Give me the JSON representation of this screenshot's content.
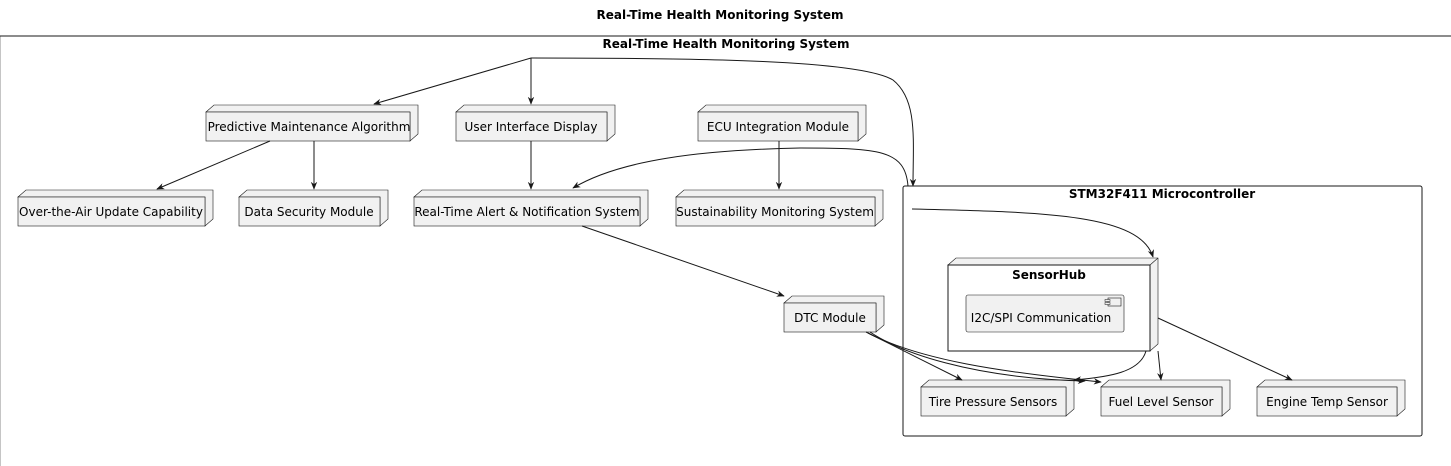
{
  "diagram": {
    "page_title": "Real-Time Health Monitoring System",
    "frame_title": "Real-Time Health Monitoring System",
    "containers": {
      "mcu": "STM32F411 Microcontroller",
      "sensorhub": "SensorHub"
    },
    "component": {
      "i2c": "I2C/SPI Communication"
    },
    "nodes": {
      "pma": "Predictive Maintenance Algorithm",
      "uid": "User Interface Display",
      "ecu": "ECU Integration Module",
      "ota": "Over-the-Air Update Capability",
      "dsm": "Data Security Module",
      "ran": "Real-Time Alert & Notification System",
      "sms": "Sustainability Monitoring System",
      "dtc": "DTC Module",
      "tps": "Tire Pressure Sensors",
      "fls": "Fuel Level Sensor",
      "ets": "Engine Temp Sensor"
    }
  }
}
